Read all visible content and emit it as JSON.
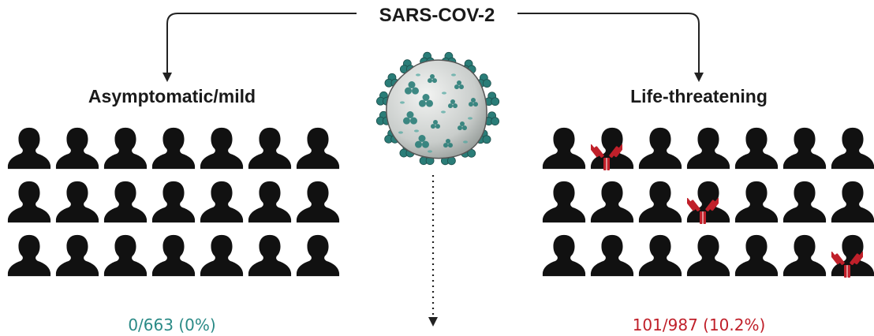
{
  "top_label": "SARS-COV-2",
  "left_group": {
    "title": "Asymptomatic/mild",
    "stat": "0/663 (0%)",
    "stat_color": "#2a8a86",
    "rows": 3,
    "cols": 7,
    "antibody_positions": []
  },
  "right_group": {
    "title": "Life-threatening",
    "stat": "101/987 (10.2%)",
    "stat_color": "#c0202a",
    "rows": 3,
    "cols": 7,
    "antibody_positions": [
      [
        0,
        1
      ],
      [
        1,
        3
      ],
      [
        2,
        6
      ]
    ]
  },
  "colors": {
    "person": "#111111",
    "antibody": "#c0202a",
    "virus_body": "#c8ccca",
    "spike": "#2a7d78",
    "arrow": "#222222"
  },
  "icons": [
    "person-silhouette-icon",
    "antibody-icon",
    "virus-icon"
  ]
}
